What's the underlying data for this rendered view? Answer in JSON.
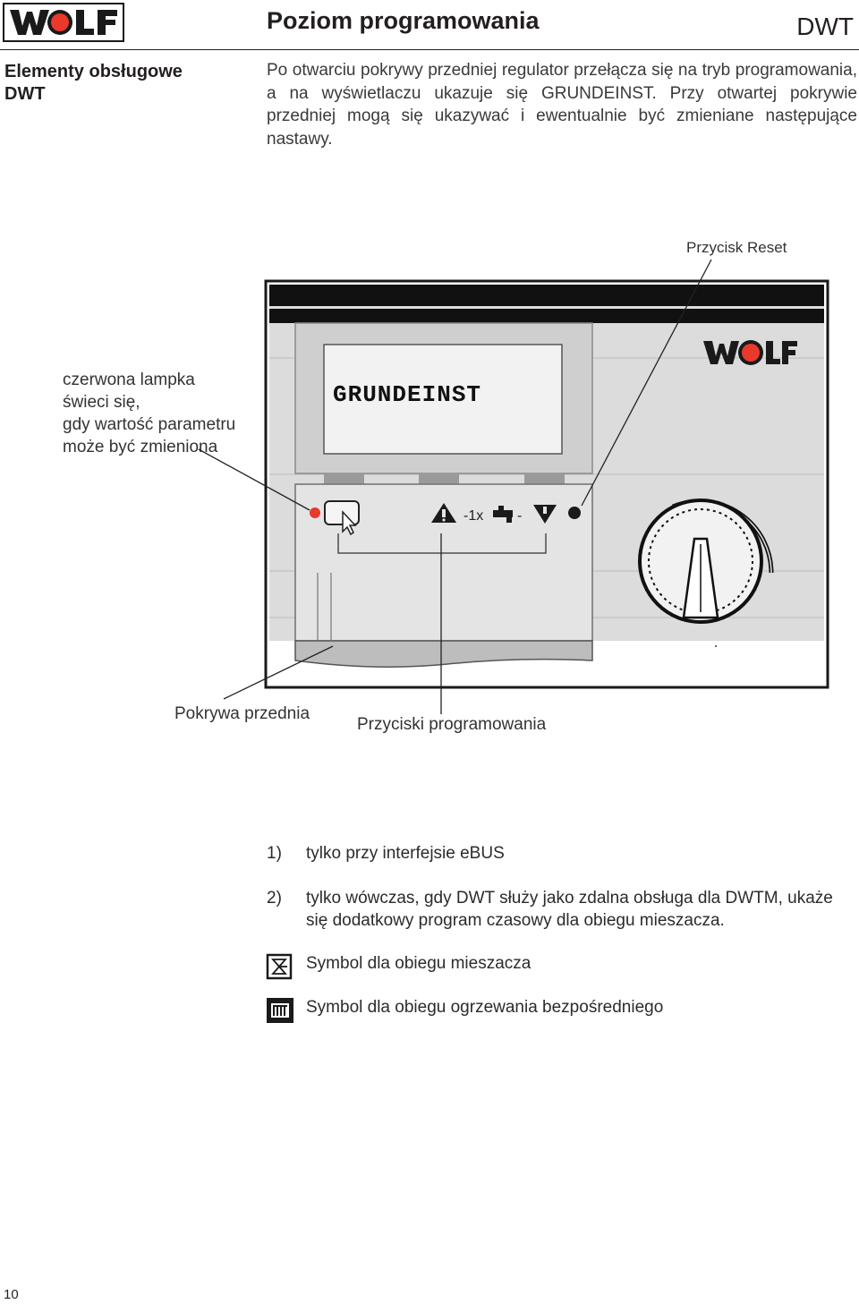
{
  "header": {
    "logo_text": "WOLF",
    "title": "Poziom programowania",
    "doc_code": "DWT"
  },
  "sidebar": {
    "heading_line1": "Elementy obsługowe",
    "heading_line2": "DWT"
  },
  "intro_text": "Po otwarciu pokrywy przedniej regulator przełącza się na tryb programowania, a na wyświetlaczu ukazuje się  GRUNDEINST. Przy otwartej pokrywie przedniej mogą się ukazywać i ewentualnie być zmieniane następujące nastawy.",
  "diagram": {
    "display_text": "GRUNDEINST",
    "device_logo": "WOLF",
    "button_strip": {
      "up_icon": "triangle-up-icon",
      "multiplier": "-1x",
      "tap_icon": "tap-icon",
      "dash": "-",
      "down_icon": "triangle-down-icon"
    },
    "labels": {
      "reset": "Przycisk Reset",
      "lamp_line1": "czerwona lampka",
      "lamp_line2": "świeci się,",
      "lamp_line3": "gdy wartość parametru",
      "lamp_line4": "może być zmieniona",
      "cover": "Pokrywa przednia",
      "program_buttons": "Przyciski programowania"
    },
    "colors": {
      "panel": "#dcdcdc",
      "top_bar": "#111111",
      "red_lamp": "#e8392a",
      "display_bg": "#f2f2f2"
    }
  },
  "footnotes": [
    {
      "num": "1)",
      "text": "tylko przy interfejsie eBUS"
    },
    {
      "num": "2)",
      "text": "tylko wówczas, gdy DWT służy jako zdalna obsługa dla DWTM, ukaże się dodatkowy program czasowy dla obiegu mieszacza."
    }
  ],
  "symbols": [
    {
      "icon": "mixer-circuit-icon",
      "text": "Symbol dla obiegu mieszacza"
    },
    {
      "icon": "direct-heating-circuit-icon",
      "text": "Symbol dla obiegu ogrzewania bezpośredniego"
    }
  ],
  "page_number": "10"
}
